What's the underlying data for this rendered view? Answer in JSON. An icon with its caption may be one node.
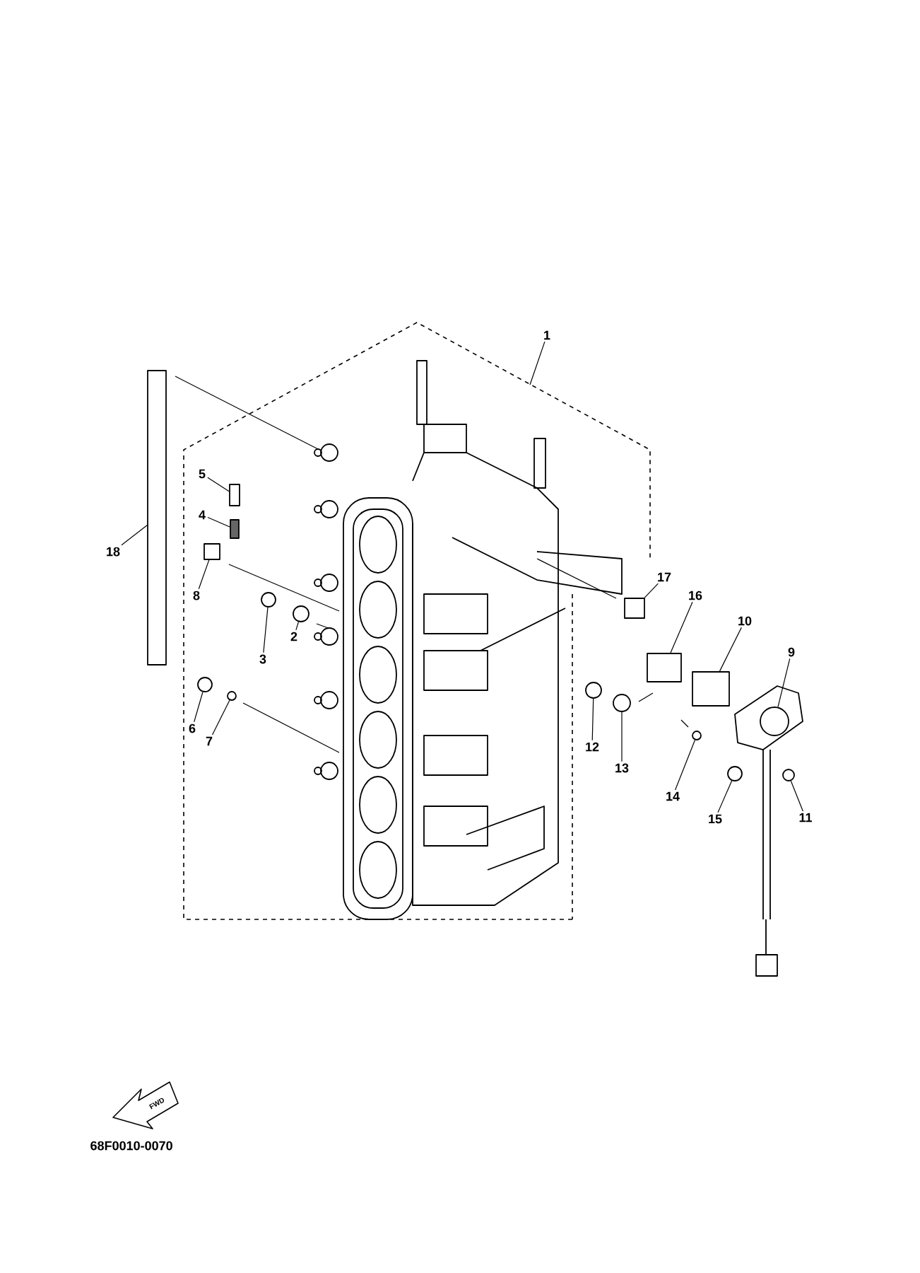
{
  "diagram": {
    "nodes": [
      {
        "text": [
          "1"
        ]
      },
      {
        "text": [
          "2"
        ]
      },
      {
        "text": [
          "3"
        ]
      },
      {
        "text": [
          "4"
        ]
      },
      {
        "text": [
          "5"
        ]
      },
      {
        "text": [
          "6"
        ]
      },
      {
        "text": [
          "7"
        ]
      },
      {
        "text": [
          "8"
        ]
      },
      {
        "text": [
          "9"
        ]
      },
      {
        "text": [
          "10"
        ]
      },
      {
        "text": [
          "11"
        ]
      },
      {
        "text": [
          "12"
        ]
      },
      {
        "text": [
          "13"
        ]
      },
      {
        "text": [
          "14"
        ]
      },
      {
        "text": [
          "15"
        ]
      },
      {
        "text": [
          "16"
        ]
      },
      {
        "text": [
          "17"
        ]
      },
      {
        "text": [
          "18"
        ]
      },
      {
        "text": [],
        "shape": "bar"
      },
      {
        "text": [],
        "shape": "box"
      },
      {
        "text": [],
        "shape": "box"
      },
      {
        "text": [],
        "shape": "box"
      },
      {
        "text": [],
        "shape": "circle"
      },
      {
        "text": [],
        "shape": "circle"
      },
      {
        "text": [],
        "shape": "box"
      },
      {
        "text": [],
        "shape": "circle"
      },
      {
        "text": [],
        "shape": "circle"
      },
      {
        "text": [],
        "shape": "box"
      },
      {
        "text": [],
        "shape": "box"
      },
      {
        "text": [],
        "shape": "circle"
      },
      {
        "text": [],
        "shape": "circle"
      },
      {
        "text": [],
        "shape": "circle"
      },
      {
        "text": [],
        "shape": "circle"
      },
      {
        "text": [],
        "shape": "circle"
      },
      {
        "text": [],
        "shape": "circle"
      }
    ],
    "edges": [
      {
        "from": 0,
        "to": null,
        "arrow": "none"
      },
      {
        "from": 1,
        "to": 22,
        "arrow": "none"
      },
      {
        "from": 2,
        "to": 23,
        "arrow": "none"
      },
      {
        "from": 3,
        "to": 20,
        "arrow": "none"
      },
      {
        "from": 4,
        "to": 19,
        "arrow": "none"
      },
      {
        "from": 5,
        "to": 25,
        "arrow": "none"
      },
      {
        "from": 6,
        "to": 26,
        "arrow": "none"
      },
      {
        "from": 7,
        "to": 21,
        "arrow": "none"
      },
      {
        "from": 8,
        "to": 34,
        "arrow": "none"
      },
      {
        "from": 9,
        "to": 28,
        "arrow": "none"
      },
      {
        "from": 10,
        "to": 33,
        "arrow": "none"
      },
      {
        "from": 11,
        "to": 29,
        "arrow": "none"
      },
      {
        "from": 12,
        "to": 30,
        "arrow": "none"
      },
      {
        "from": 13,
        "to": 31,
        "arrow": "none"
      },
      {
        "from": 14,
        "to": 32,
        "arrow": "none"
      },
      {
        "from": 15,
        "to": 27,
        "arrow": "none"
      },
      {
        "from": 16,
        "to": 24,
        "arrow": "none"
      },
      {
        "from": 17,
        "to": 18,
        "arrow": "none"
      }
    ],
    "labels": [
      "FWD",
      "68F0010-0070"
    ]
  }
}
